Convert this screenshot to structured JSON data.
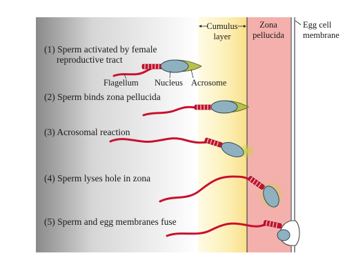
{
  "diagram": {
    "regions": {
      "cumulus": {
        "line1": "Cumulus",
        "line2": "layer",
        "color": "#fbe9a6"
      },
      "zona": {
        "line1": "Zona",
        "line2": "pellucida",
        "color": "#f4b0ad"
      },
      "egg": {
        "line1": "Egg cell",
        "line2": "membrane"
      }
    },
    "steps": [
      {
        "id": "1",
        "line1": "(1) Sperm activated by female",
        "line2": "reproductive tract"
      },
      {
        "id": "2",
        "line1": "(2) Sperm binds zona pellucida"
      },
      {
        "id": "3",
        "line1": "(3) Acrosomal reaction"
      },
      {
        "id": "4",
        "line1": "(4) Sperm lyses hole in zona"
      },
      {
        "id": "5",
        "line1": "(5) Sperm and egg membranes fuse"
      }
    ],
    "parts": {
      "flagellum": "Flagellum",
      "nucleus": "Nucleus",
      "acrosome": "Acrosome"
    },
    "colors": {
      "tail": "#c8102e",
      "midpiece_band": "#e8b4b8",
      "nucleus": "#8fb0bf",
      "acrosome": "#b7c04a",
      "reaction_glow": "#c8d04a",
      "egg_membrane": "#555555"
    }
  }
}
